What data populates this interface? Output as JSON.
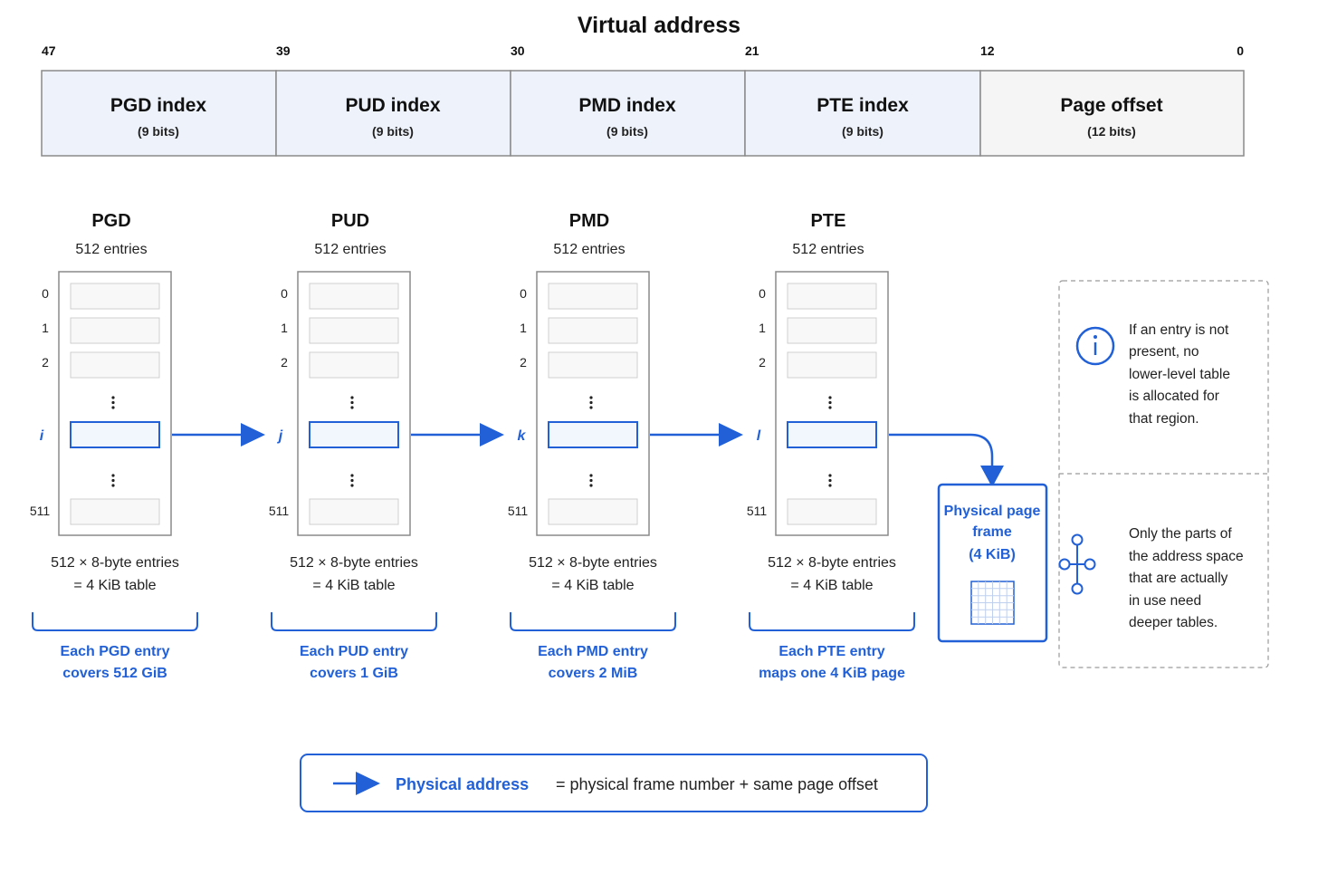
{
  "title": "Virtual address",
  "bit_positions": [
    "47",
    "39",
    "30",
    "21",
    "12",
    "0"
  ],
  "address_fields": [
    {
      "name": "PGD index",
      "bits": "(9 bits)"
    },
    {
      "name": "PUD index",
      "bits": "(9 bits)"
    },
    {
      "name": "PMD index",
      "bits": "(9 bits)"
    },
    {
      "name": "PTE index",
      "bits": "(9 bits)"
    },
    {
      "name": "Page offset",
      "bits": "(12 bits)"
    }
  ],
  "tables": [
    {
      "name": "PGD",
      "entries": "512 entries",
      "row_labels": [
        "0",
        "1",
        "2",
        "i",
        "511"
      ],
      "size_line1": "512 × 8-byte entries",
      "size_line2": "= 4 KiB table",
      "cover_line1": "Each PGD entry",
      "cover_line2": "covers 512 GiB"
    },
    {
      "name": "PUD",
      "entries": "512 entries",
      "row_labels": [
        "0",
        "1",
        "2",
        "j",
        "511"
      ],
      "size_line1": "512 × 8-byte entries",
      "size_line2": "= 4 KiB table",
      "cover_line1": "Each PUD entry",
      "cover_line2": "covers 1 GiB"
    },
    {
      "name": "PMD",
      "entries": "512 entries",
      "row_labels": [
        "0",
        "1",
        "2",
        "k",
        "511"
      ],
      "size_line1": "512 × 8-byte entries",
      "size_line2": "= 4 KiB table",
      "cover_line1": "Each PMD entry",
      "cover_line2": "covers 2 MiB"
    },
    {
      "name": "PTE",
      "entries": "512 entries",
      "row_labels": [
        "0",
        "1",
        "2",
        "l",
        "511"
      ],
      "size_line1": "512 × 8-byte entries",
      "size_line2": "= 4 KiB table",
      "cover_line1": "Each PTE entry",
      "cover_line2": "maps one 4 KiB page"
    }
  ],
  "page_frame": {
    "line1": "Physical page",
    "line2": "frame",
    "line3": "(4 KiB)"
  },
  "notes": {
    "note1_lines": [
      "If an entry is not",
      "present, no",
      "lower-level table",
      "is allocated for",
      "that region."
    ],
    "note1_icon": "info-icon",
    "note2_lines": [
      "Only the parts of",
      "the address space",
      "that are actually",
      "in use need",
      "deeper tables."
    ],
    "note2_icon": "tree-icon"
  },
  "legend": {
    "label": "Physical address",
    "text": "= physical frame number + same page offset"
  },
  "colors": {
    "accent": "#2160d6",
    "field_fill": "#edf2fb",
    "offset_fill": "#f5f5f5",
    "border": "#8a8a8a"
  }
}
